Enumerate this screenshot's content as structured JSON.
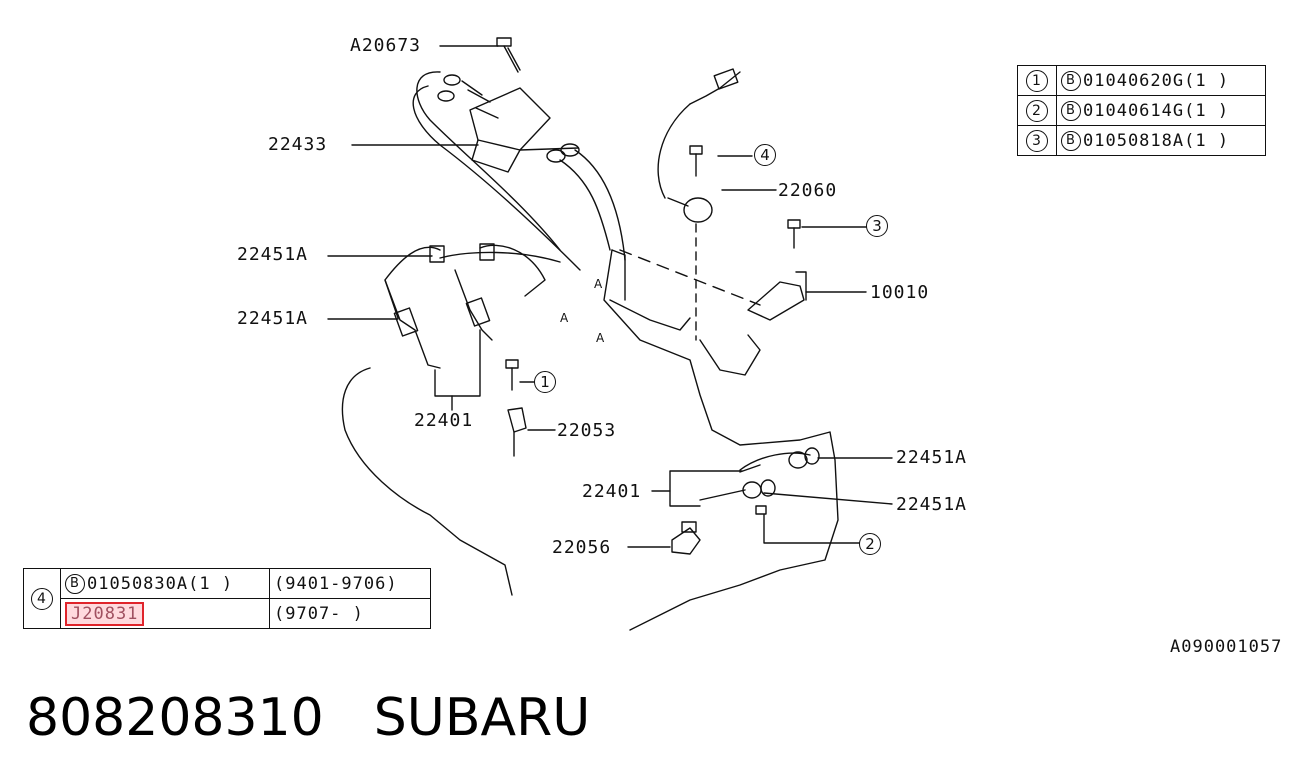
{
  "labels": {
    "a20673": "A20673",
    "p22433": "22433",
    "p22451a_1": "22451A",
    "p22451a_2": "22451A",
    "p22401_top": "22401",
    "p22053": "22053",
    "p22060": "22060",
    "p10010": "10010",
    "p22451a_3": "22451A",
    "p22401_bottom": "22401",
    "p22451a_4": "22451A",
    "p22056": "22056",
    "circle_small_a": "A"
  },
  "callouts": {
    "c1": "1",
    "c2": "2",
    "c3": "3",
    "c4": "4"
  },
  "legend_right": {
    "rows": [
      {
        "num": "1",
        "b": "B",
        "part": "01040620G",
        "qty": "(1 )"
      },
      {
        "num": "2",
        "b": "B",
        "part": "01040614G",
        "qty": "(1 )"
      },
      {
        "num": "3",
        "b": "B",
        "part": "01050818A",
        "qty": "(1 )"
      }
    ]
  },
  "legend_left": {
    "num": "4",
    "rows": [
      {
        "b": "B",
        "part": "01050830A",
        "qty": "(1 )",
        "period": "(9401-9706)"
      },
      {
        "b": "",
        "part": "J20831",
        "qty": "",
        "period": "(9707-     )"
      }
    ]
  },
  "ref_code": "A090001057",
  "footer": {
    "part_number": "808208310",
    "brand": "SUBARU"
  }
}
